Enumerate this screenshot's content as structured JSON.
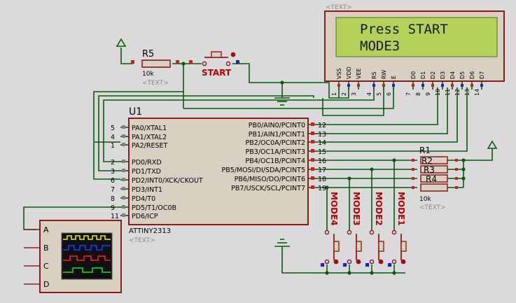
{
  "lcd": {
    "text_tag": "<TEXT>",
    "line1": "Press START",
    "line2": "MODE3",
    "pins": [
      "VSS",
      "VDD",
      "VEE",
      "RS",
      "RW",
      "E",
      "D0",
      "D1",
      "D2",
      "D3",
      "D4",
      "D5",
      "D6",
      "D7"
    ],
    "pin_numbers": [
      "1",
      "2",
      "3",
      "4",
      "5",
      "6",
      "7",
      "8",
      "9",
      "10",
      "11",
      "12",
      "13",
      "14"
    ]
  },
  "r5": {
    "name": "R5",
    "value": "10k",
    "text_tag": "<TEXT>"
  },
  "start_button": {
    "label": "START"
  },
  "mcu": {
    "ref": "U1",
    "part": "ATTINY2313",
    "text_tag": "<TEXT>",
    "left_pins": [
      {
        "num": "5",
        "name": "PA0/XTAL1"
      },
      {
        "num": "4",
        "name": "PA1/XTAL2"
      },
      {
        "num": "1",
        "name": "PA2/RESET"
      },
      {
        "num": "2",
        "name": "PD0/RXD"
      },
      {
        "num": "3",
        "name": "PD1/TXD"
      },
      {
        "num": "6",
        "name": "PD2/INT0/XCK/CKOUT"
      },
      {
        "num": "7",
        "name": "PD3/INT1"
      },
      {
        "num": "8",
        "name": "PD4/T0"
      },
      {
        "num": "9",
        "name": "PD5/T1/OC0B"
      },
      {
        "num": "11",
        "name": "PD6/ICP"
      }
    ],
    "right_pins": [
      {
        "num": "12",
        "name": "PB0/AIN0/PCINT0"
      },
      {
        "num": "13",
        "name": "PB1/AIN1/PCINT1"
      },
      {
        "num": "14",
        "name": "PB2/OC0A/PCINT2"
      },
      {
        "num": "15",
        "name": "PB3/OC1A/PCINT3"
      },
      {
        "num": "16",
        "name": "PB4/OC1B/PCINT4"
      },
      {
        "num": "17",
        "name": "PB5/MOSI/DI/SDA/PCINT5"
      },
      {
        "num": "18",
        "name": "PB6/MISO/DO/PCINT6"
      },
      {
        "num": "19",
        "name": "PB7/USCK/SCL/PCINT7"
      }
    ]
  },
  "resistors": {
    "labels": [
      "R1",
      "R2",
      "R3",
      "R4"
    ],
    "value": "10k",
    "text_tag": "<TEXT>"
  },
  "mode_buttons": [
    "MODE4",
    "MODE3",
    "MODE2",
    "MODE1"
  ],
  "scope": {
    "channels": [
      "A",
      "B",
      "C",
      "D"
    ]
  },
  "colors": {
    "background": "#dadadb",
    "wire": "#0b5b0b",
    "component": "#8a1c1c",
    "body_fill": "#d8d0c0",
    "lcd_screen": "#b4d25a",
    "pin_text": "#000000",
    "red_label": "#b40000",
    "tag_gray": "#8a8a8a"
  }
}
